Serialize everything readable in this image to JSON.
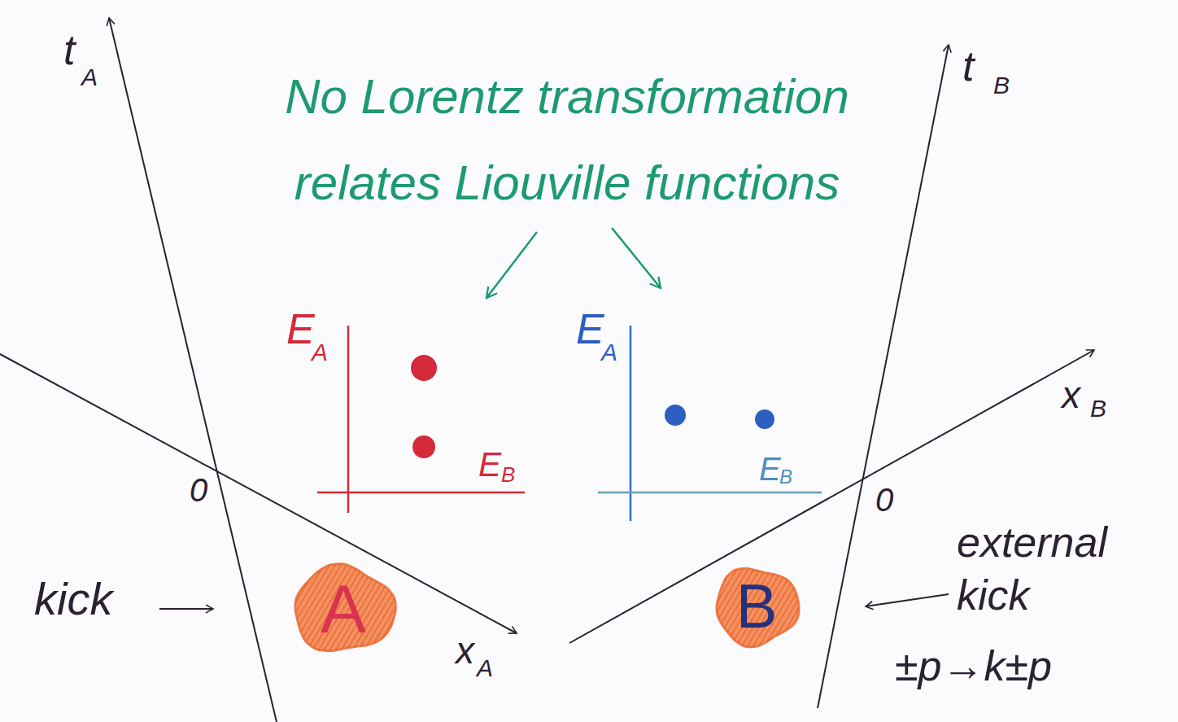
{
  "diagram": {
    "title": "No Lorentz transformation relates Liouville functions",
    "nodes": [
      {
        "text": [
          "A"
        ]
      },
      {
        "text": [
          "B"
        ]
      }
    ],
    "labels": [
      "t",
      "A",
      "x",
      "A",
      "0",
      "t",
      "B",
      "x",
      "B",
      "0",
      "E",
      "A",
      "E",
      "B",
      "E",
      "A",
      "E",
      "B",
      "kick",
      "external kick",
      "±p→k±p"
    ]
  }
}
